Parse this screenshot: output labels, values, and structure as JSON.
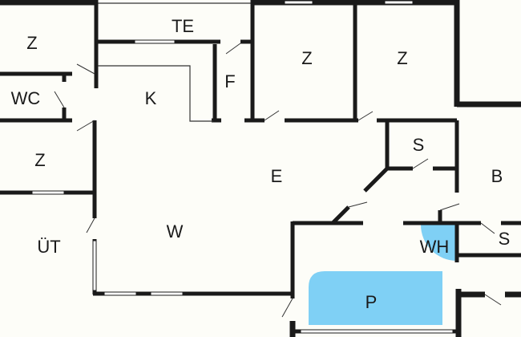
{
  "title": "Floor plan",
  "colors": {
    "water": "#7fd0f5",
    "wall": "#1a1a1a",
    "background": "#fdfdf8"
  },
  "rooms": {
    "z_top_left": "Z",
    "te": "TE",
    "z_mid1": "Z",
    "z_mid2": "Z",
    "wc": "WC",
    "k": "K",
    "f": "F",
    "z_left": "Z",
    "s_upper": "S",
    "b": "B",
    "e": "E",
    "w": "W",
    "ut": "ÜT",
    "wh": "WH",
    "s_lower": "S",
    "p": "P"
  }
}
